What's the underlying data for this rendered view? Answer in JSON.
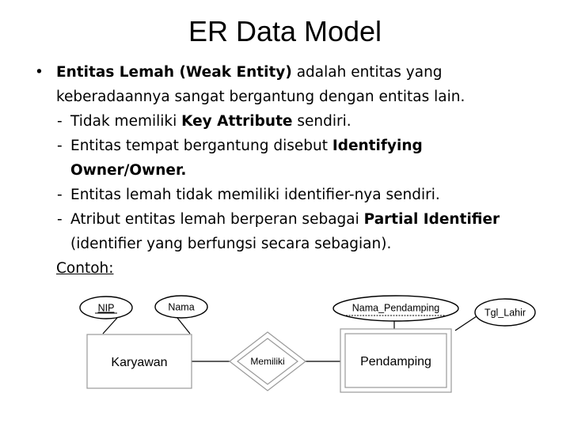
{
  "slide": {
    "title": "ER Data Model",
    "bullet": {
      "bold_lead": "Entitas Lemah (Weak Entity)",
      "text_1": " adalah entitas yang",
      "text_2": "keberadaannya sangat bergantung dengan entitas lain."
    },
    "points": [
      {
        "pre": "Tidak memiliki ",
        "bold": "Key Attribute",
        "post": " sendiri."
      },
      {
        "pre": "Entitas tempat bergantung disebut ",
        "bold": "Identifying",
        "cont_bold": "Owner/Owner."
      },
      {
        "pre": "Entitas lemah tidak memiliki identifier-nya sendiri."
      },
      {
        "pre": "Atribut entitas lemah berperan sebagai ",
        "bold": "Partial Identifier",
        "cont": "(identifier yang berfungsi secara sebagian)."
      }
    ],
    "example_label": "Contoh:"
  },
  "diagram": {
    "entity_strong": "Karyawan",
    "relationship": "Memiliki",
    "entity_weak": "Pendamping",
    "attributes": {
      "key": "NIP",
      "nama": "Nama",
      "partial_key": "Nama_Pendamping",
      "tgl_lahir": "Tgl_Lahir"
    }
  }
}
